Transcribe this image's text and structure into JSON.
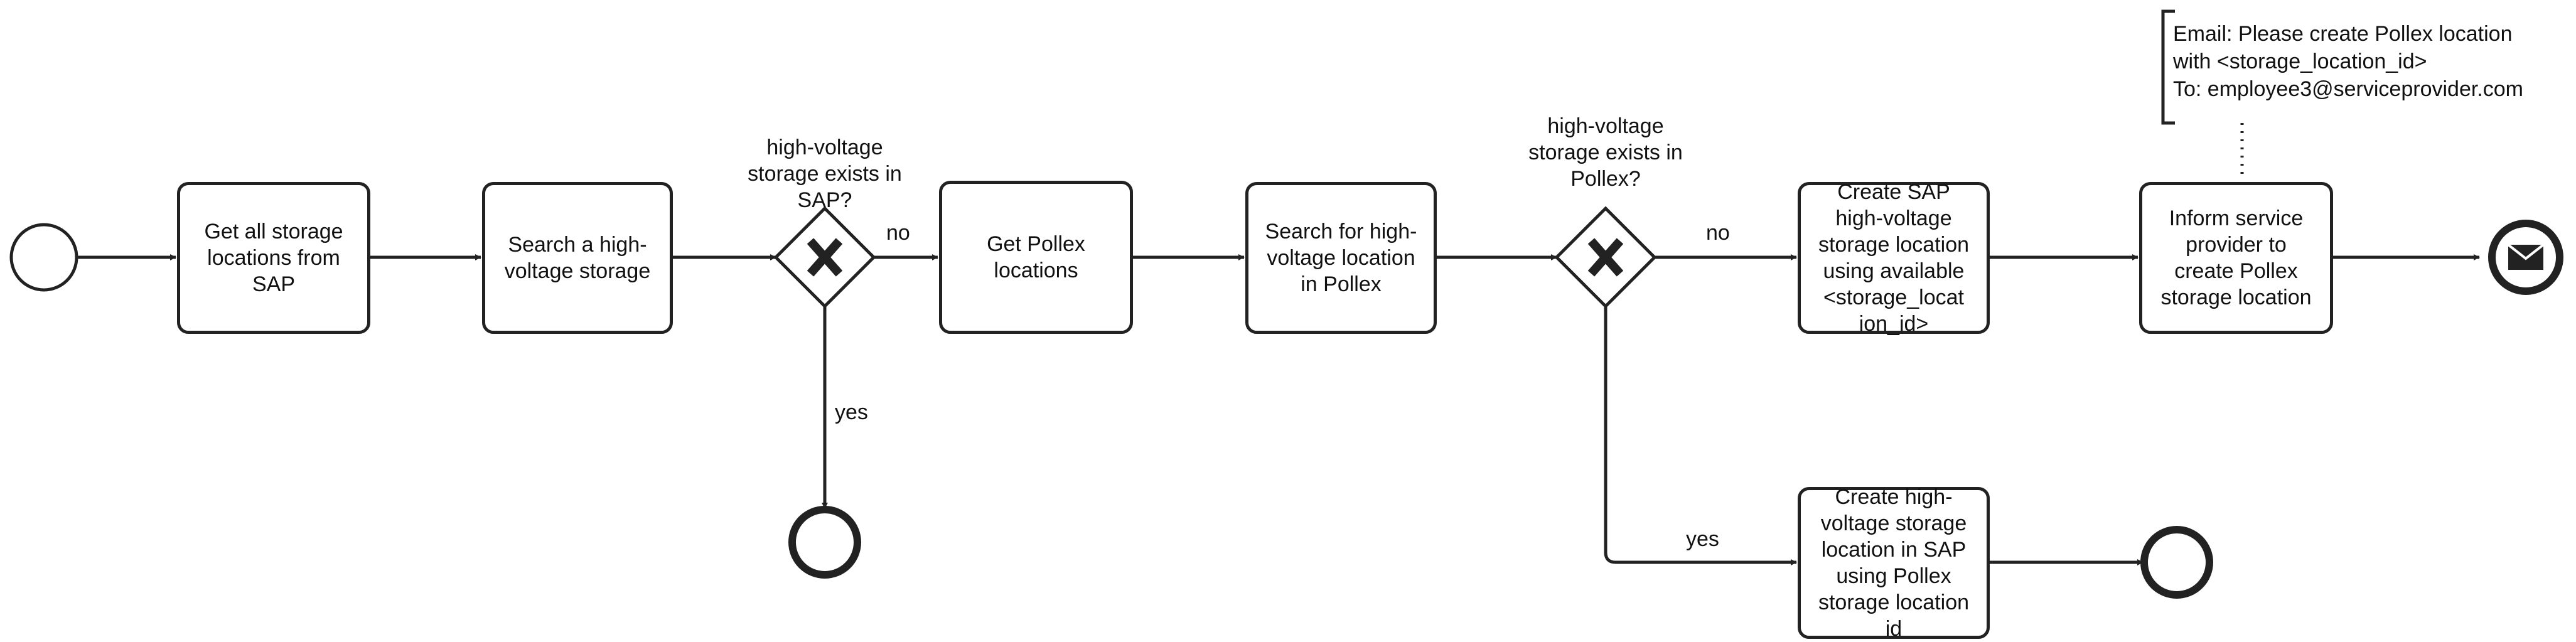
{
  "tasks": {
    "get_storage_locations": "Get all storage\nlocations from\nSAP",
    "search_hv_storage": "Search a high-\nvoltage storage",
    "get_pollex_locations": "Get Pollex\nlocations",
    "search_hv_pollex": "Search for high-\nvoltage location\nin Pollex",
    "create_sap_hv": "Create SAP\nhigh-voltage\nstorage location\nusing available\n<storage_locat\nion_id>",
    "inform_provider": "Inform service\nprovider to\ncreate Pollex\nstorage location",
    "create_hv_sap_pollex": "Create high-\nvoltage storage\nlocation in SAP\nusing Pollex\nstorage location\nid"
  },
  "gateways": {
    "g1_question": "high-voltage\nstorage exists in\nSAP?",
    "g2_question": "high-voltage\nstorage exists in\nPollex?",
    "marker": "X"
  },
  "flows": {
    "g1_no": "no",
    "g1_yes": "yes",
    "g2_no": "no",
    "g2_yes": "yes"
  },
  "annotation": "Email: Please create Pollex location\nwith <storage_location_id>\nTo: employee3@serviceprovider.com",
  "events": {
    "end_message_icon": "envelope-icon"
  },
  "colors": {
    "stroke": "#222222",
    "fill": "#ffffff"
  }
}
